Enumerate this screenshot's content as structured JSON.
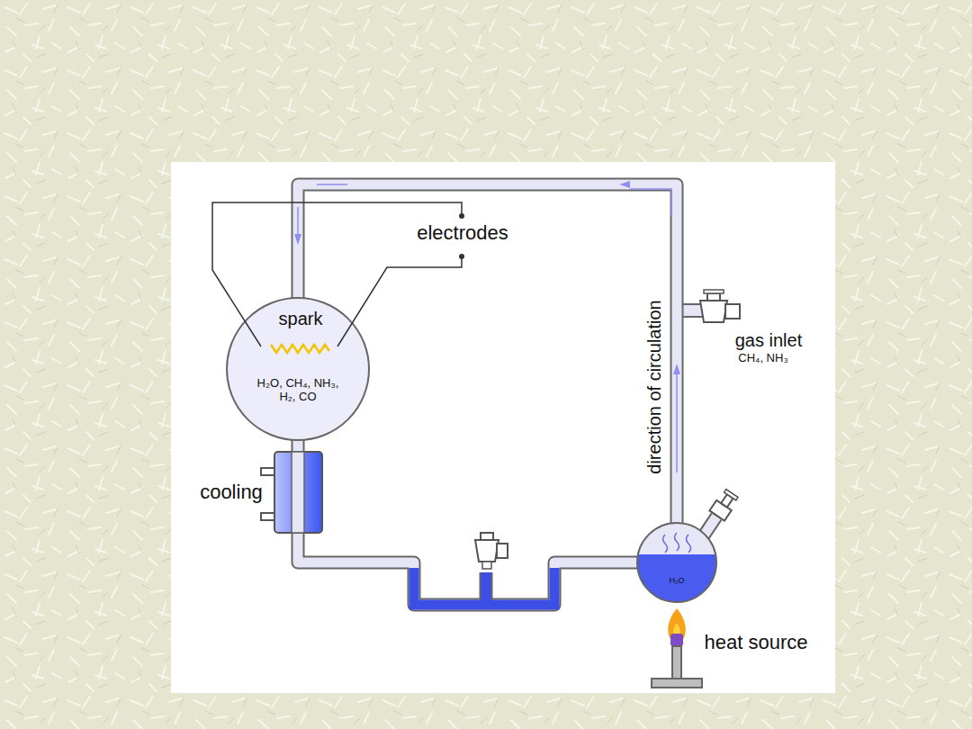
{
  "diagram": {
    "nodes": [
      {
        "text": [
          "spark",
          "H₂O, CH₄, NH₃, H₂, CO"
        ]
      },
      {
        "text": [
          "H₂O"
        ]
      }
    ],
    "edges": [
      {
        "from": 1,
        "to": 0,
        "arrow": "to"
      },
      {
        "from": 0,
        "to": 1,
        "arrow": "none"
      }
    ],
    "labels": [
      "electrodes",
      "gas inlet",
      "CH₄, NH₃",
      "direction of circulation",
      "cooling",
      "heat source"
    ]
  }
}
